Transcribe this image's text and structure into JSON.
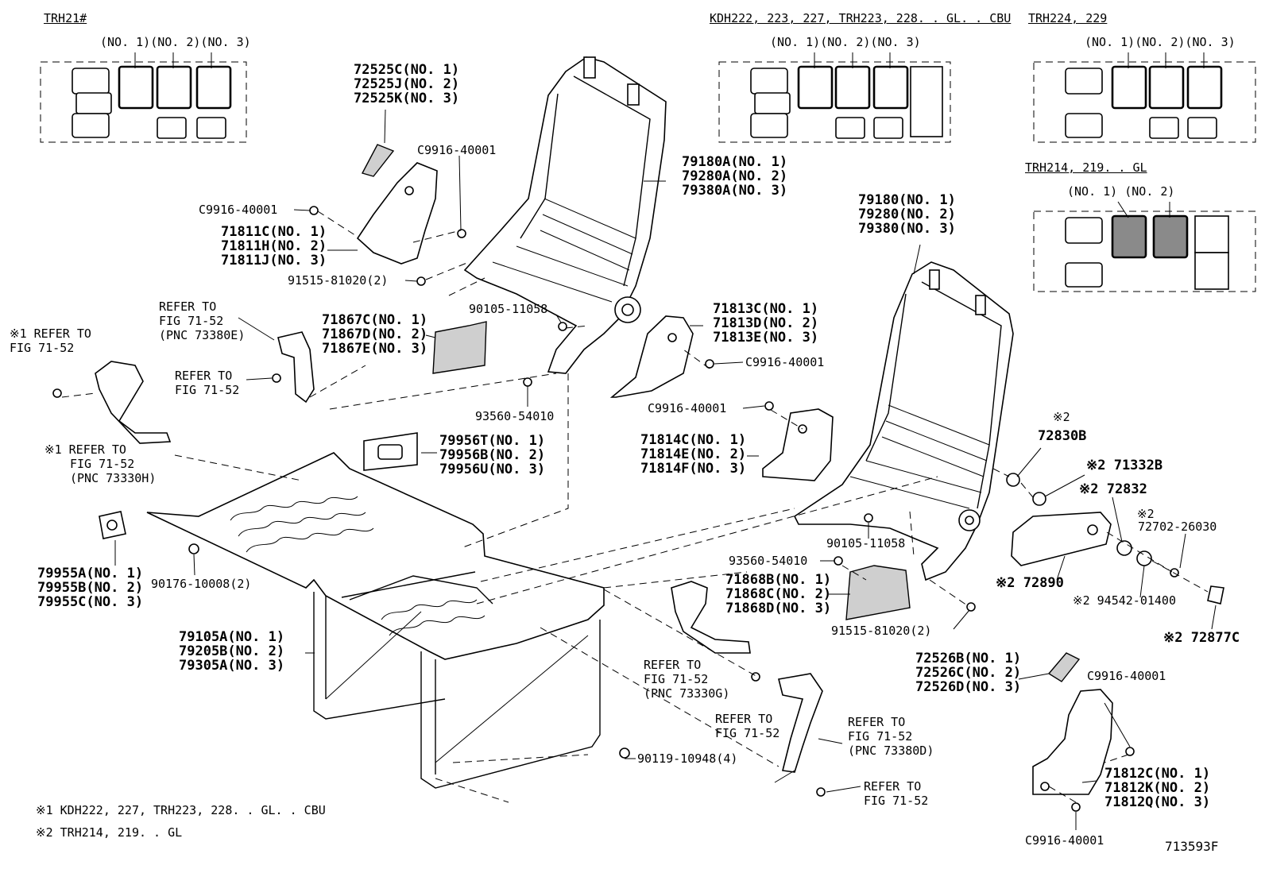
{
  "headers": {
    "trh21": "TRH21#",
    "kdh": "KDH222, 223, 227, TRH223, 228. . GL. . CBU",
    "trh224": "TRH224, 229",
    "trh214": "TRH214, 219. . GL"
  },
  "seat_numbers": {
    "trh21": "(NO. 1)(NO. 2)(NO. 3)",
    "kdh": "(NO. 1)(NO. 2)(NO. 3)",
    "trh224": "(NO. 1)(NO. 2)(NO. 3)",
    "trh214": "(NO. 1)  (NO. 2)"
  },
  "parts": {
    "p72525": [
      "72525C(NO. 1)",
      "72525J(NO. 2)",
      "72525K(NO. 3)"
    ],
    "c9916_top": "C9916-40001",
    "c9916_left": "C9916-40001",
    "p71811": [
      "71811C(NO. 1)",
      "71811H(NO. 2)",
      "71811J(NO. 3)"
    ],
    "p91515_left": "91515-81020(2)",
    "p79180a": [
      "79180A(NO. 1)",
      "79280A(NO. 2)",
      "79380A(NO. 3)"
    ],
    "p79180": [
      "79180(NO. 1)",
      "79280(NO. 2)",
      "79380(NO. 3)"
    ],
    "p90105_top": "90105-11058",
    "p71867": [
      "71867C(NO. 1)",
      "71867D(NO. 2)",
      "71867E(NO. 3)"
    ],
    "p71813": [
      "71813C(NO. 1)",
      "71813D(NO. 2)",
      "71813E(NO. 3)"
    ],
    "c9916_mid": "C9916-40001",
    "c9916_mid2": "C9916-40001",
    "p93560_top": "93560-54010",
    "p79956": [
      "79956T(NO. 1)",
      "79956B(NO. 2)",
      "79956U(NO. 3)"
    ],
    "p71814": [
      "71814C(NO. 1)",
      "71814E(NO. 2)",
      "71814F(NO. 3)"
    ],
    "p72830b": "72830B",
    "p72830b_mark": "※2",
    "p71332b": "※2 71332B",
    "p72832": "※2 72832",
    "p72702_mark": "※2",
    "p72702": "72702-26030",
    "p72890": "※2 72890",
    "p94542": "※2 94542-01400",
    "p72877c": "※2 72877C",
    "p90105_mid": "90105-11058",
    "p93560_mid": "93560-54010",
    "p71868": [
      "71868B(NO. 1)",
      "71868C(NO. 2)",
      "71868D(NO. 3)"
    ],
    "p91515_right": "91515-81020(2)",
    "p79955": [
      "79955A(NO. 1)",
      "79955B(NO. 2)",
      "79955C(NO. 3)"
    ],
    "p90176": "90176-10008(2)",
    "p79105": [
      "79105A(NO. 1)",
      "79205B(NO. 2)",
      "79305A(NO. 3)"
    ],
    "p72526": [
      "72526B(NO. 1)",
      "72526C(NO. 2)",
      "72526D(NO. 3)"
    ],
    "c9916_br_top": "C9916-40001",
    "p71812": [
      "71812C(NO. 1)",
      "71812K(NO. 2)",
      "71812Q(NO. 3)"
    ],
    "c9916_br_bot": "C9916-40001",
    "p90119": "90119-10948(4)"
  },
  "callouts": {
    "refer1": [
      "※1 REFER TO",
      "FIG 71-52"
    ],
    "refer2": [
      "REFER TO",
      "FIG 71-52",
      "(PNC 73380E)"
    ],
    "refer3": [
      "REFER TO",
      "FIG 71-52"
    ],
    "refer4": [
      "※1 REFER TO",
      "FIG 71-52",
      "(PNC 73330H)"
    ],
    "refer5": [
      "REFER TO",
      "FIG 71-52",
      "(PNC 73330G)"
    ],
    "refer6": [
      "REFER TO",
      "FIG 71-52"
    ],
    "refer7": [
      "REFER TO",
      "FIG 71-52",
      "(PNC 73380D)"
    ],
    "refer8": [
      "REFER TO",
      "FIG 71-52"
    ]
  },
  "footnotes": {
    "note1": "※1 KDH222, 227, TRH223, 228. . GL. . CBU",
    "note2": "※2 TRH214, 219. . GL"
  },
  "figure_number": "713593F"
}
